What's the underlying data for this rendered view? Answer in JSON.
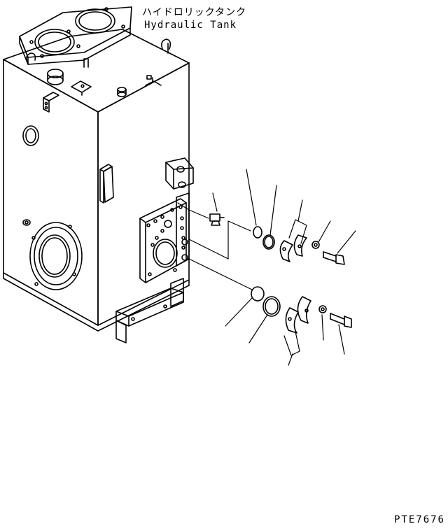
{
  "labels": {
    "title_jp": "ハイドロリックタンク",
    "title_en": "Hydraulic Tank",
    "drawing_code": "PTE7676"
  },
  "colors": {
    "line": "#000000",
    "background": "#ffffff"
  }
}
